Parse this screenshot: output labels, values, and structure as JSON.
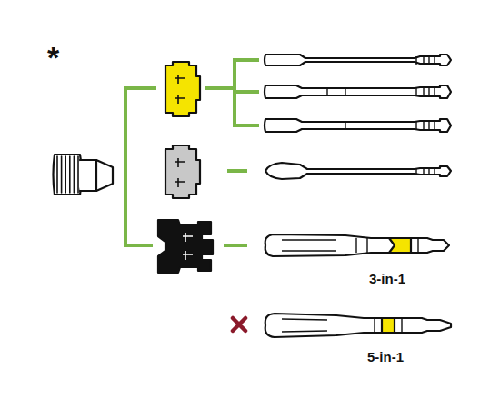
{
  "diagram": {
    "labels": [
      "*",
      "3-in-1",
      "5-in-1"
    ]
  }
}
